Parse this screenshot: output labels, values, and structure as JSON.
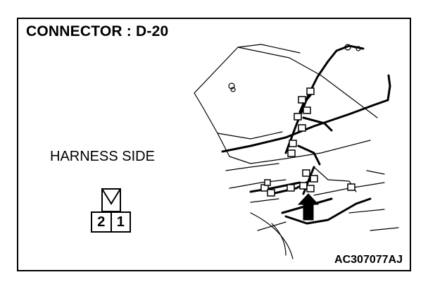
{
  "diagram": {
    "title": "CONNECTOR : D-20",
    "side_label": "HARNESS SIDE",
    "figure_code": "AC307077AJ",
    "connector": {
      "pins": [
        "2",
        "1"
      ]
    }
  }
}
